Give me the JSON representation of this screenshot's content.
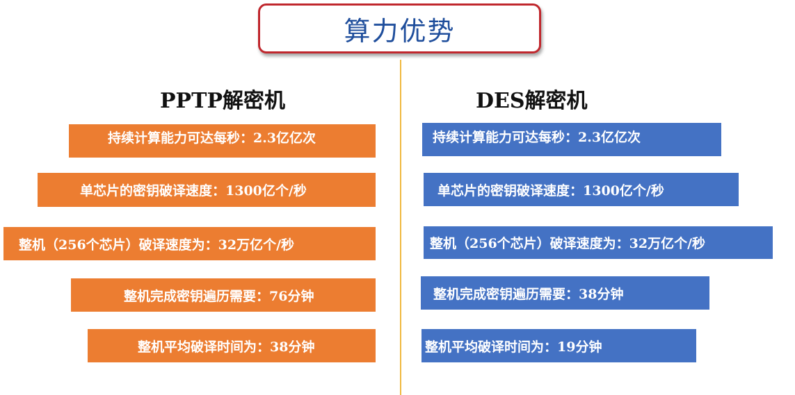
{
  "title": "算力优势",
  "colors": {
    "orange": "#ec7d31",
    "blue": "#4472c4",
    "title_border": "#c0272d",
    "title_text": "#1f4e9c",
    "divider": "#f0b940"
  },
  "left": {
    "heading": "PPTP解密机",
    "items": [
      "持续计算能力可达每秒：2.3亿亿次",
      "单芯片的密钥破译速度：1300亿个/秒",
      "整机（256个芯片）破译速度为：32万亿个/秒",
      "整机完成密钥遍历需要：76分钟",
      "整机平均破译时间为：38分钟"
    ]
  },
  "right": {
    "heading": "DES解密机",
    "items": [
      "持续计算能力可达每秒：2.3亿亿次",
      "单芯片的密钥破译速度：1300亿个/秒",
      "整机（256个芯片）破译速度为：32万亿个/秒",
      "整机完成密钥遍历需要：38分钟",
      "整机平均破译时间为：19分钟"
    ]
  }
}
